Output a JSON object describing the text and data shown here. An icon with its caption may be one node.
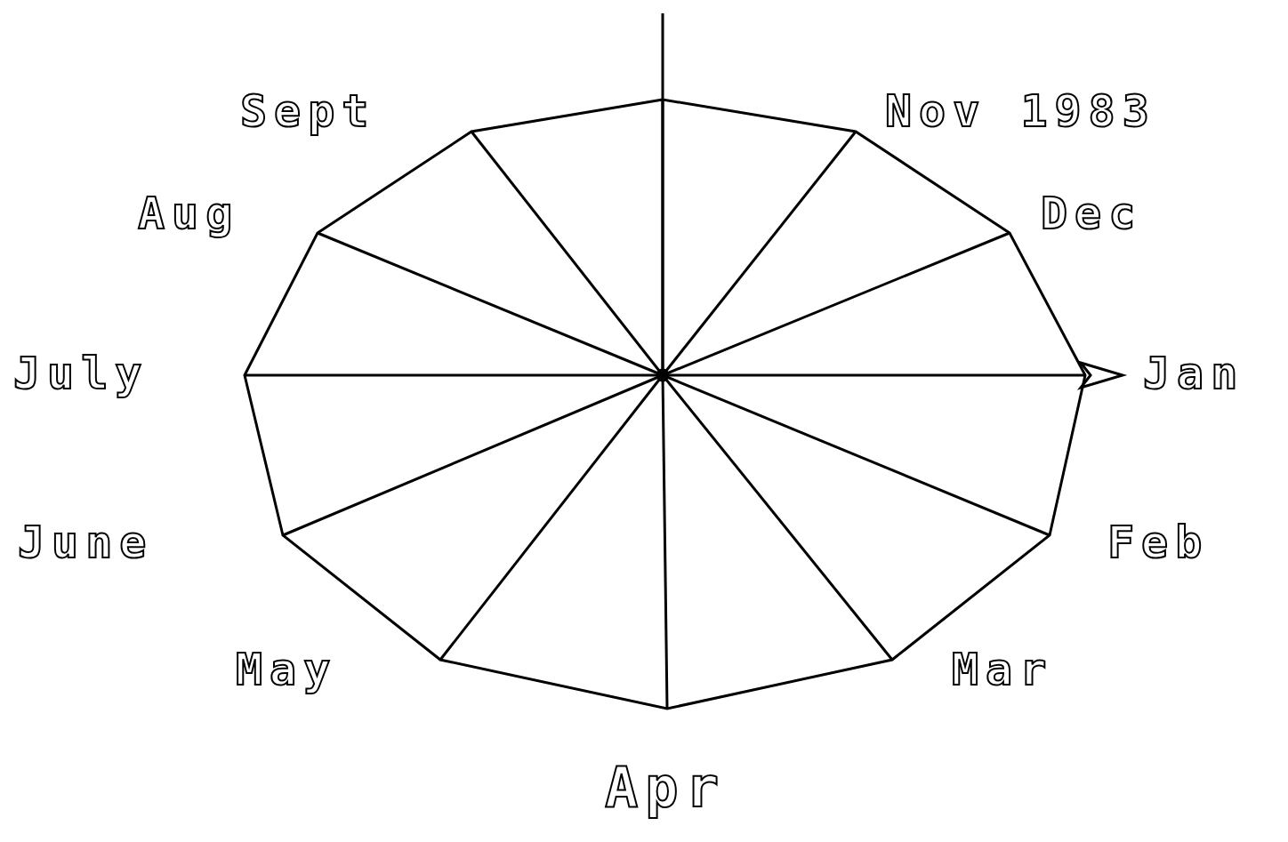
{
  "diagram": {
    "labels": [
      "Sept",
      "Nov 1983",
      "Aug",
      "Dec",
      "July",
      "Jan",
      "June",
      "Feb",
      "May",
      "Mar",
      "Apr"
    ]
  }
}
